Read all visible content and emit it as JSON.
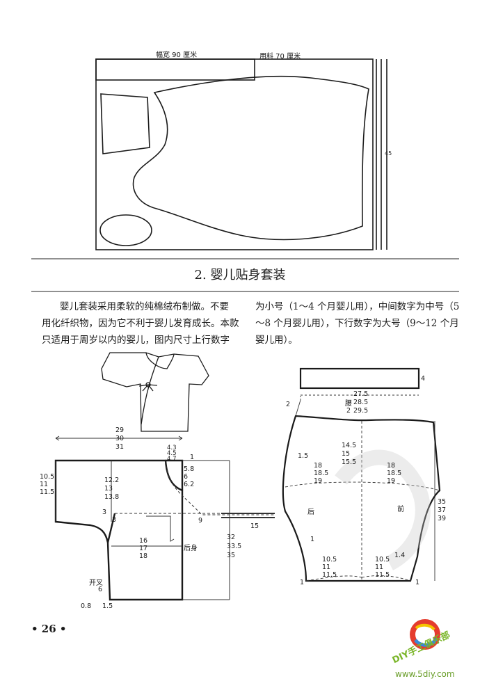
{
  "layout_diagram": {
    "width_label": "幅宽 90 厘米",
    "usage_label": "用料 70 厘米",
    "height_label": "45"
  },
  "section_title": "2. 婴儿贴身套装",
  "intro": {
    "col1": [
      "婴儿套装采用柔软的纯棉绒布制做。不要",
      "用化纤织物，因为它不利于婴儿发育成长。本款",
      "只适用于周岁以内的婴儿，图内尺寸上行数字"
    ],
    "col2": [
      "为小号（1～4 个月婴儿用），中间数字为中号（5",
      "～8 个月婴儿用），下行数字为大号（9～12 个月",
      "婴儿用）。"
    ]
  },
  "jacket": {
    "top_width": [
      "29",
      "30",
      "31"
    ],
    "neck_top": [
      "4.3",
      "4.5",
      "4.7"
    ],
    "neck_right": "1",
    "neck_depth": [
      "5.8",
      "6",
      "6.2"
    ],
    "sleeve_height": [
      "10.5",
      "11",
      "11.5"
    ],
    "armhole": [
      "12.2",
      "13",
      "13.8"
    ],
    "marks": [
      "3",
      "3",
      "9",
      "15"
    ],
    "body_width": [
      "16",
      "17",
      "18"
    ],
    "back_label": "后身",
    "length": [
      "32",
      "33.5",
      "35"
    ],
    "slit_label": "开叉",
    "slit_value": "6",
    "hem_left": "0.8",
    "hem_right": "1.5"
  },
  "pants": {
    "waistband_value": "4",
    "waist_label": "腰",
    "waist_divisor": "2",
    "waist_values": [
      "27.5",
      "28.5",
      "29.5"
    ],
    "corner": "2",
    "left_offset": "1.5",
    "rise": [
      "14.5",
      "15",
      "15.5"
    ],
    "hip_left": [
      "18",
      "18.5",
      "19"
    ],
    "hip_right": [
      "18",
      "18.5",
      "19"
    ],
    "back_label": "后",
    "front_label": "前",
    "length": [
      "35",
      "37",
      "39"
    ],
    "knee_mark": "1",
    "knee_right": "1.4",
    "hem_left": [
      "10.5",
      "11",
      "11.5"
    ],
    "hem_right": [
      "10.5",
      "11",
      "11.5"
    ],
    "hem_corner_left": "1",
    "hem_corner_right": "1"
  },
  "page_number": "• 26 •",
  "watermark": {
    "club": "DIY手工俱乐部",
    "url": "www.5diy.com"
  }
}
